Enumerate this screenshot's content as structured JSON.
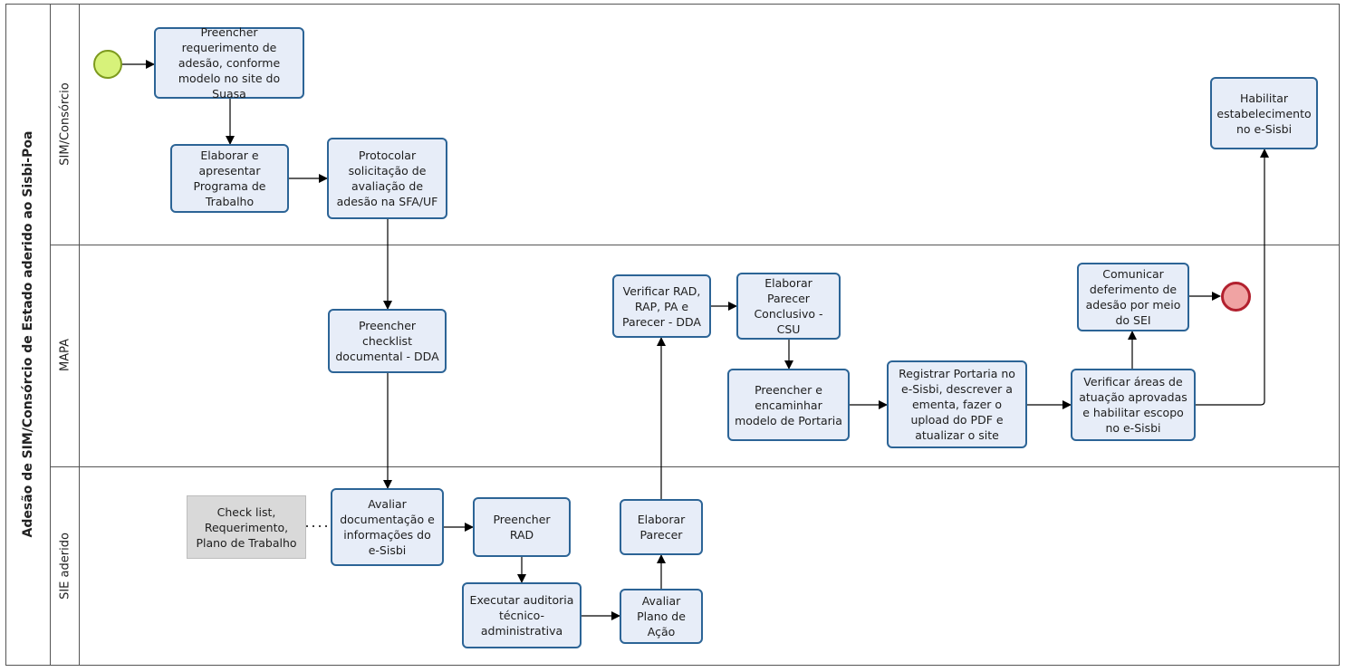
{
  "pool": {
    "title": "Adesão de SIM/Consórcio de Estado aderido ao Sisbi-Poa"
  },
  "lanes": {
    "sim": "SIM/Consórcio",
    "mapa": "MAPA",
    "sie": "SIE aderido"
  },
  "tasks": {
    "preencher_requerimento": "Preencher requerimento de adesão, conforme modelo no site do Suasa",
    "elaborar_programa": "Elaborar e apresentar Programa de Trabalho",
    "protocolar": "Protocolar solicitação de avaliação de adesão na SFA/UF",
    "habilitar_estabelecimento": "Habilitar estabelecimento no e-Sisbi",
    "preencher_checklist": "Preencher checklist documental - DDA",
    "verificar_rad": "Verificar RAD, RAP, PA e Parecer - DDA",
    "elaborar_parecer_conclusivo": "Elaborar Parecer Conclusivo - CSU",
    "preencher_portaria": "Preencher e encaminhar modelo de Portaria",
    "registrar_portaria": "Registrar Portaria no e-Sisbi, descrever a ementa, fazer o upload do PDF e atualizar o site",
    "verificar_areas": "Verificar áreas de atuação aprovadas e habilitar escopo no e-Sisbi",
    "comunicar_deferimento": "Comunicar deferimento de adesão por meio do SEI",
    "avaliar_documentacao": "Avaliar documentação e informações do e-Sisbi",
    "preencher_rad": "Preencher RAD",
    "executar_auditoria": "Executar auditoria técnico-administrativa",
    "avaliar_plano": "Avaliar Plano de Ação",
    "elaborar_parecer": "Elaborar Parecer"
  },
  "annotation": "Check list, Requerimento, Plano de Trabalho",
  "colors": {
    "task_fill": "#e7edf8",
    "task_border": "#2c6496",
    "start_fill": "#d7f27a",
    "end_fill": "#f0a3a3",
    "end_border": "#b2202e",
    "annotation_fill": "#d9d9d9"
  }
}
